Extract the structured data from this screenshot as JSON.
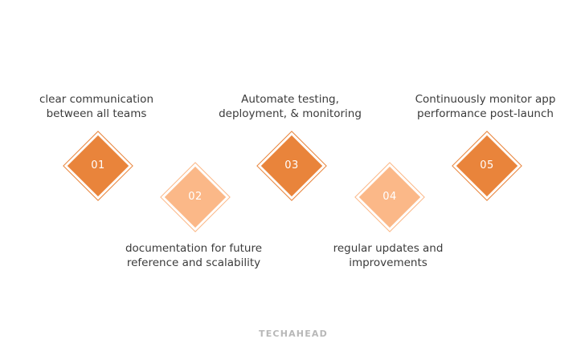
{
  "steps": [
    {
      "number": "01",
      "label_line1": "clear communication",
      "label_line2": "between all teams",
      "tone": "dark"
    },
    {
      "number": "02",
      "label_line1": "documentation for future",
      "label_line2": "reference and scalability",
      "tone": "light"
    },
    {
      "number": "03",
      "label_line1": "Automate testing,",
      "label_line2": "deployment, & monitoring",
      "tone": "dark"
    },
    {
      "number": "04",
      "label_line1": "regular updates and",
      "label_line2": "improvements",
      "tone": "light"
    },
    {
      "number": "05",
      "label_line1": "Continuously monitor app",
      "label_line2": "performance post-launch",
      "tone": "dark"
    }
  ],
  "colors": {
    "dark_orange": "#e9843b",
    "light_orange": "#fbb888",
    "text": "#3b3b3b",
    "logo": "#b8b8b8"
  },
  "logo": {
    "text": "TECHAHEAD"
  }
}
